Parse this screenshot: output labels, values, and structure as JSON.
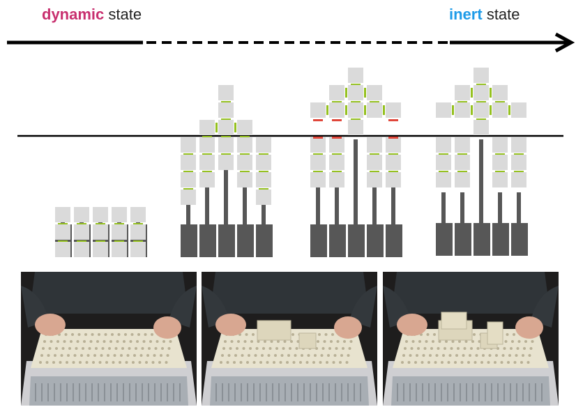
{
  "header": {
    "left_keyword": "dynamic",
    "left_suffix": "state",
    "right_keyword": "inert",
    "right_suffix": "state",
    "left_color": "#c8306f",
    "right_color": "#1e9be8"
  },
  "colors": {
    "cell": "#dadada",
    "actuator": "#575757",
    "link": "#95c11f",
    "broken_link": "#e0463a",
    "baseline": "#000000"
  },
  "photos": [
    {
      "name": "photo-dynamic-flat"
    },
    {
      "name": "photo-lifted-block"
    },
    {
      "name": "photo-inert-manipulation"
    }
  ]
}
